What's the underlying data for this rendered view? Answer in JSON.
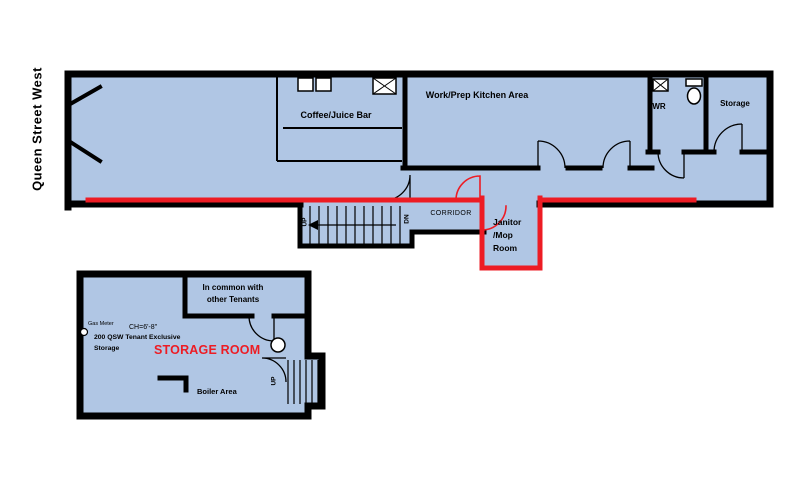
{
  "colors": {
    "room_fill": "#b0c6e4",
    "wall": "#000000",
    "red": "#ed1c24"
  },
  "street": {
    "label": "Queen Street West"
  },
  "main_floor": {
    "coffee_bar_label": "Coffee/Juice Bar",
    "kitchen_label": "Work/Prep Kitchen Area",
    "wr_label": "WR",
    "storage_label": "Storage",
    "corridor_label": "CORRIDOR",
    "janitor_room_lines": [
      "Janitor",
      "/Mop",
      "Room"
    ],
    "stair_up_label": "UP",
    "stair_down_label": "DN"
  },
  "basement": {
    "common_area_lines": [
      "In common with",
      "other Tenants"
    ],
    "gas_meter_label": "Gas Meter",
    "ceiling_height_label": "CH=6'-8\"",
    "tenant_storage_lines": [
      "200 QSW Tenant Exclusive",
      "Storage"
    ],
    "storage_room_label": "STORAGE ROOM",
    "boiler_area_label": "Boiler Area",
    "stair_up_label": "UP"
  }
}
